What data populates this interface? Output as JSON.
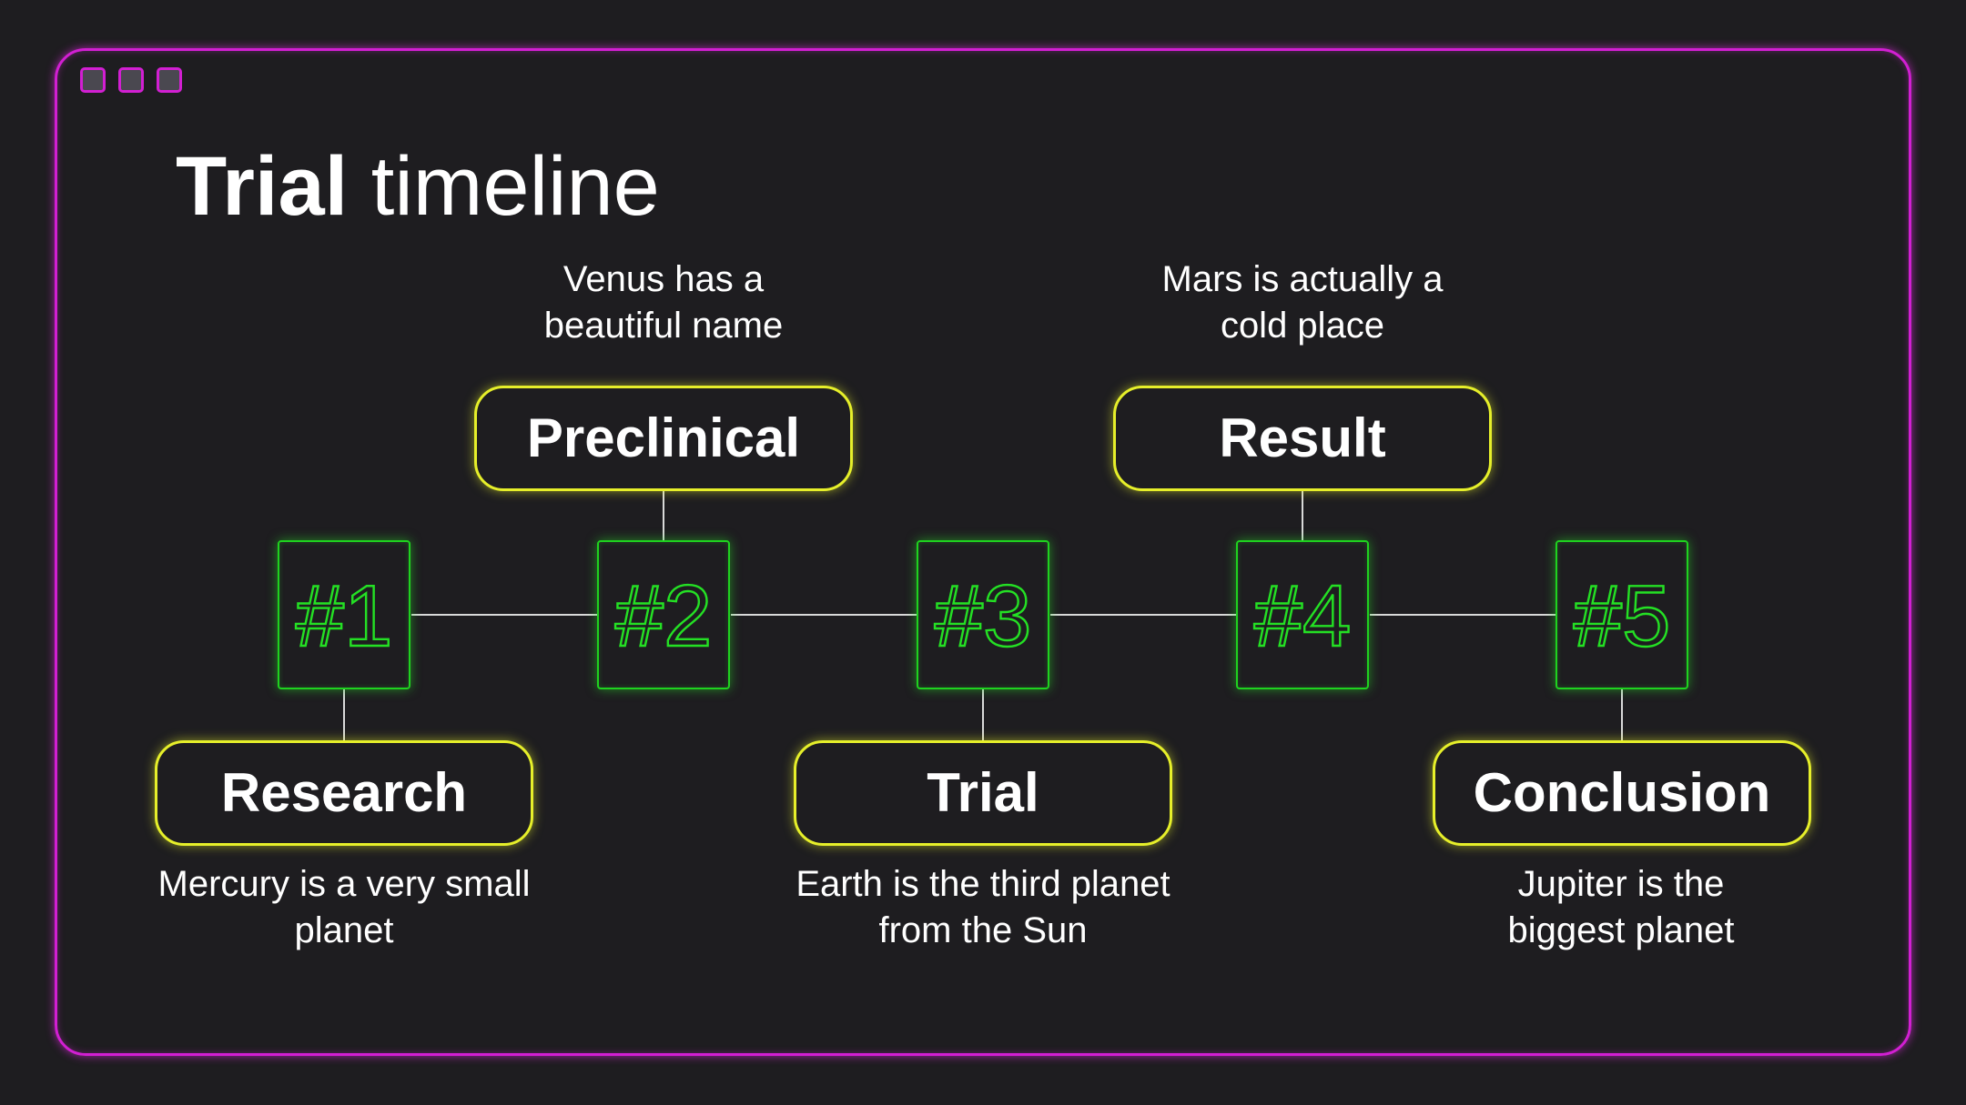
{
  "title": {
    "bold": "Trial",
    "rest": "timeline"
  },
  "numbers": [
    "#1",
    "#2",
    "#3",
    "#4",
    "#5"
  ],
  "stages": [
    {
      "label": "Research",
      "description": "Mercury is a very small planet"
    },
    {
      "label": "Preclinical",
      "description": "Venus has a beautiful name"
    },
    {
      "label": "Trial",
      "description": "Earth is the third planet from the Sun"
    },
    {
      "label": "Result",
      "description": "Mars is actually a cold place"
    },
    {
      "label": "Conclusion",
      "description": "Jupiter is the biggest planet"
    }
  ],
  "colors": {
    "background": "#1e1d20",
    "frame": "#d21fd2",
    "number_outline": "#24e024",
    "stage_border": "#e6ef2a",
    "text": "#ffffff",
    "connector": "#d9d9d9"
  },
  "icons": {
    "window_controls": [
      "window-dot-icon",
      "window-dot-icon",
      "window-dot-icon"
    ]
  }
}
